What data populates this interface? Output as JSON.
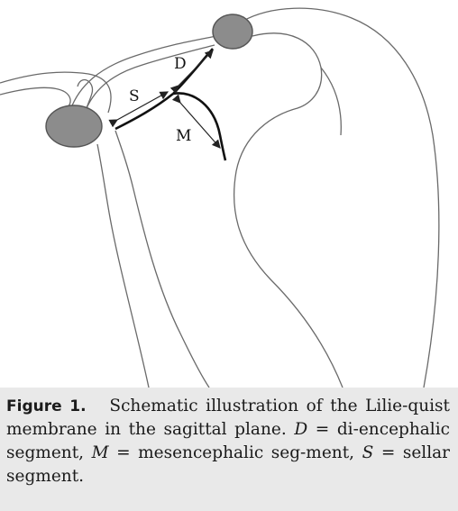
{
  "figure": {
    "labels": {
      "d": "D",
      "s": "S",
      "m": "M"
    },
    "colors": {
      "outline": "#6a6a6a",
      "membrane": "#111111",
      "gland": "#8c8c8c",
      "arrow": "#222222"
    }
  },
  "caption": {
    "label": "Figure 1.",
    "text_1": "Schematic illustration of the Lilie-quist membrane in the sagittal plane.",
    "d_key": "D",
    "d_def": "= di-encephalic segment,",
    "m_key": "M",
    "m_def": "= mesencephalic seg-ment,",
    "s_key": "S",
    "s_def": "= sellar segment."
  }
}
